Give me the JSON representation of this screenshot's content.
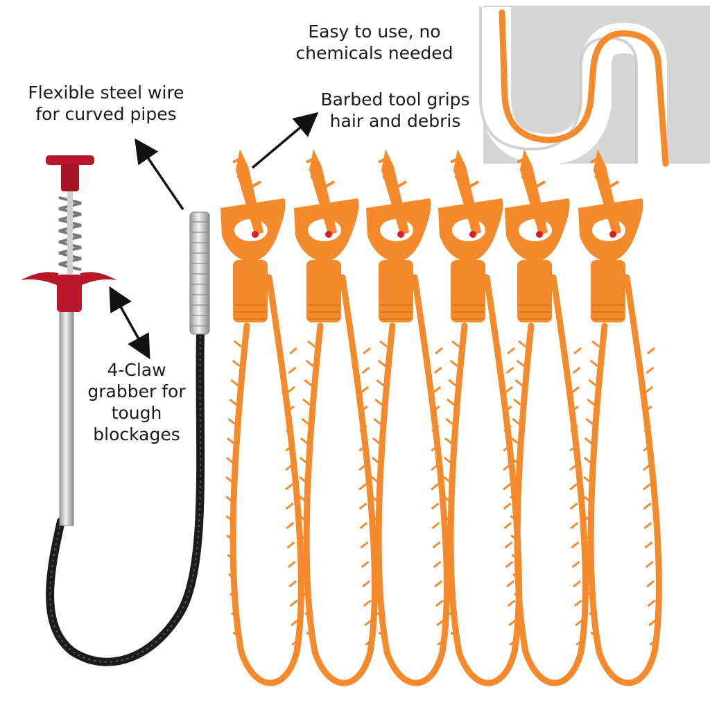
{
  "callouts": {
    "easy_to_use": "Easy to use, no\nchemicals needed",
    "flexible_wire": "Flexible steel wire\nfor curved pipes",
    "barbed_tool": "Barbed tool grips\nhair and debris",
    "claw_grabber": "4-Claw\ngrabber for\ntough\nblockages"
  },
  "strip_count": 6,
  "colors": {
    "strip_orange": "#f48a2c",
    "strip_dark": "#e0741c",
    "grabber_red": "#b8182a",
    "pipe_gray": "#c9c9c9",
    "cable_black": "#1c1c1c"
  }
}
